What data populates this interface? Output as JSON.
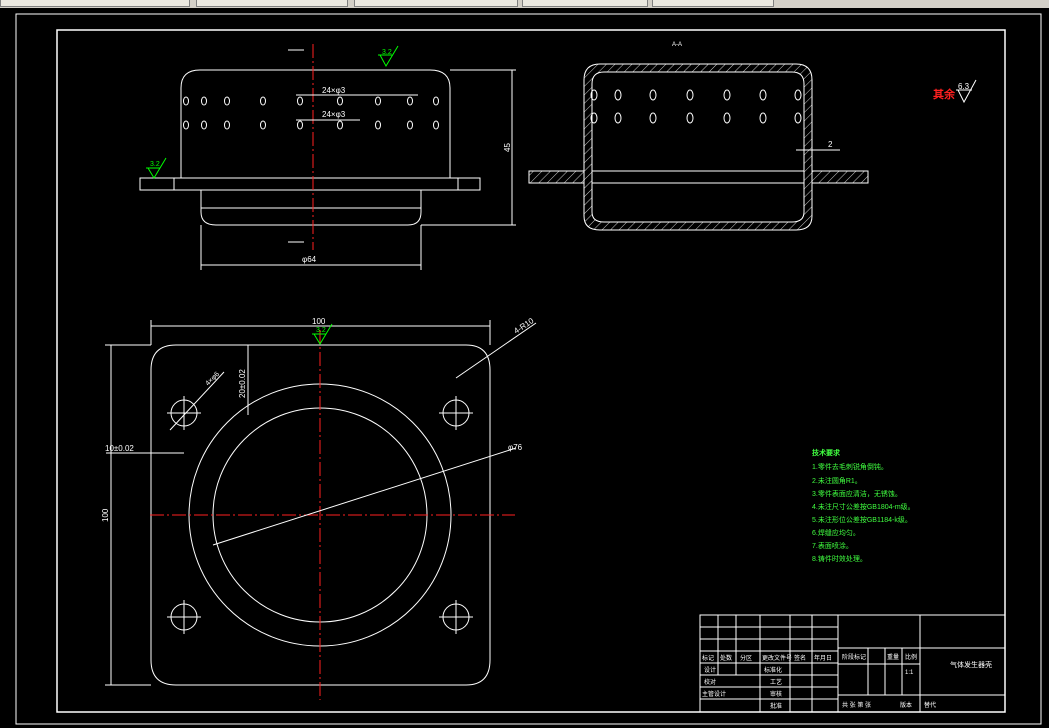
{
  "tabs": [
    {
      "label": ""
    },
    {
      "label": ""
    },
    {
      "label": ""
    },
    {
      "label": ""
    },
    {
      "label": ""
    }
  ],
  "colors": {
    "background": "#000000",
    "line": "#ffffff",
    "centerline": "#ff2020",
    "annotation": "#00ff00",
    "note_text": "#40ff40"
  },
  "dims": {
    "hole_pattern_1": "24×φ3",
    "hole_pattern_2": "24×φ3",
    "height": "45",
    "diameter_bottom": "φ64",
    "wall_thickness": "2",
    "width_top": "100",
    "height_left": "100",
    "flange_corner": "4-R10",
    "bolt_hole": "4×φ6",
    "hole_spacing_v": "20±0.02",
    "hole_spacing_h": "10±0.02",
    "bore": "φ76"
  },
  "roughness": {
    "top_left": "3.2",
    "top_right": "6.3",
    "side_flange": "3.2",
    "bottom_left": "3.2",
    "rest_label": "其余",
    "rest_value": "6.3"
  },
  "section_mark": "A-A",
  "tech_notes": {
    "title": "技术要求",
    "items": [
      "1.零件去毛刺锐角倒钝。",
      "2.未注圆角R1。",
      "3.零件表面应清洁，无锈蚀。",
      "4.未注尺寸公差按GB1804-m级。",
      "5.未注形位公差按GB1184-k级。",
      "6.焊缝应均匀。",
      "7.表面喷涂。",
      "8.铸件时效处理。"
    ]
  },
  "title_block": {
    "part_name": "气体发生器壳",
    "scale": "1:1",
    "scale_label": "比例",
    "weight_label": "重量",
    "stage_label": "阶段标记",
    "mark_label": "标记",
    "count_label": "处数",
    "zone_label": "分区",
    "change_label": "更改文件号",
    "sign_label": "签名",
    "date_label": "年月日",
    "design_label": "设计",
    "std_label": "标准化",
    "check_label": "校对",
    "process_label": "工艺",
    "review_label": "审核",
    "approve_label": "批准",
    "chief_label": "主管设计",
    "sheets_label": "共 张 第 张",
    "version_label": "版本",
    "replace_label": "替代"
  }
}
